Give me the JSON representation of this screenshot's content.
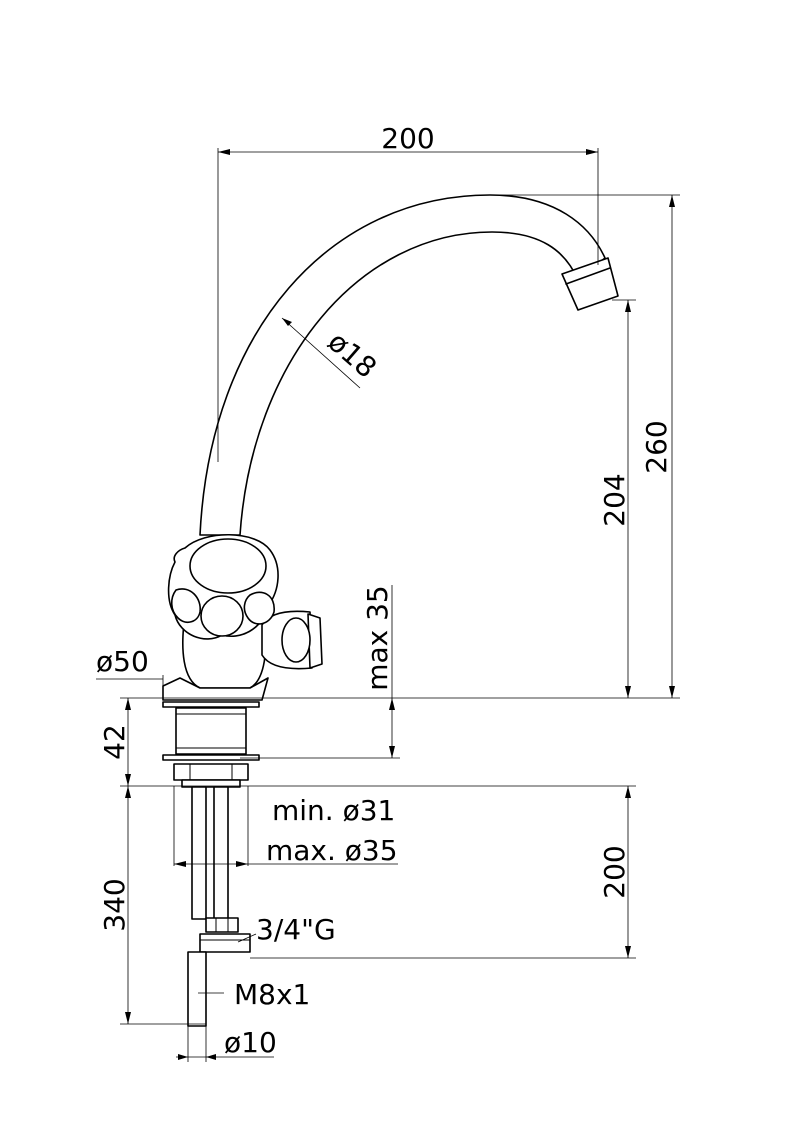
{
  "dimensions": {
    "spout_reach": "200",
    "total_height": "260",
    "outlet_height": "204",
    "spout_diameter": "ø18",
    "base_diameter": "ø50",
    "max_thickness": "max 35",
    "shank_height": "42",
    "hole_min": "min. ø31",
    "hole_max": "max. ø35",
    "tail_length": "200",
    "total_length": "340",
    "connection": "3/4\"G",
    "rod_thread": "M8x1",
    "rod_diameter": "ø10"
  }
}
